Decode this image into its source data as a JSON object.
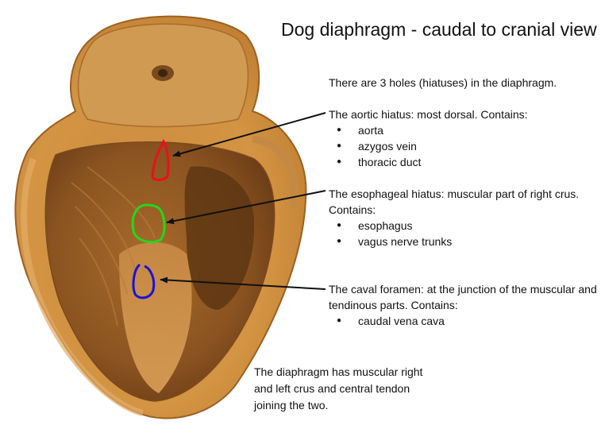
{
  "title": "Dog diaphragm - caudal to cranial view",
  "intro": "There are 3 holes (hiatuses) in the diaphragm.",
  "hiatuses": [
    {
      "heading": "The aortic hiatus: most dorsal. Contains:",
      "contents": [
        "aorta",
        "azygos vein",
        "thoracic duct"
      ],
      "outline_color": "#e8111a"
    },
    {
      "heading": "The esophageal hiatus: muscular part of right crus. Contains:",
      "contents": [
        "esophagus",
        "vagus nerve trunks"
      ],
      "outline_color": "#22d81c"
    },
    {
      "heading": "The caval foramen: at the junction of the muscular and tendinous parts. Contains:",
      "contents": [
        "caudal vena cava"
      ],
      "outline_color": "#1a12d6"
    }
  ],
  "summary": "The diaphragm has muscular right and left crus and central tendon joining the two."
}
